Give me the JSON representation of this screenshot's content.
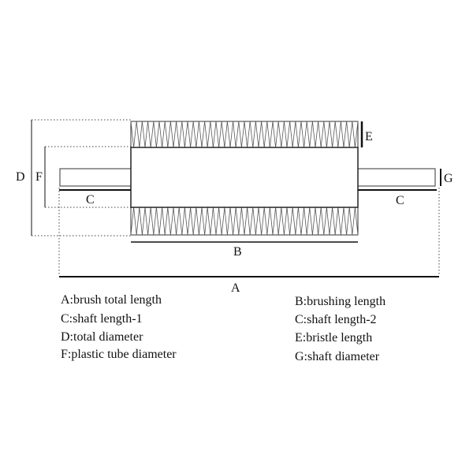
{
  "labels": {
    "a": "A",
    "b": "B",
    "c_left": "C",
    "c_right": "C",
    "d": "D",
    "e": "E",
    "f": "F",
    "g": "G"
  },
  "legend": {
    "left": [
      "A:brush total length",
      "C:shaft length-1",
      "D:total diameter",
      "F:plastic tube diameter"
    ],
    "right": [
      "B:brushing length",
      "C:shaft length-2",
      "E:bristle length",
      "G:shaft diameter"
    ]
  }
}
